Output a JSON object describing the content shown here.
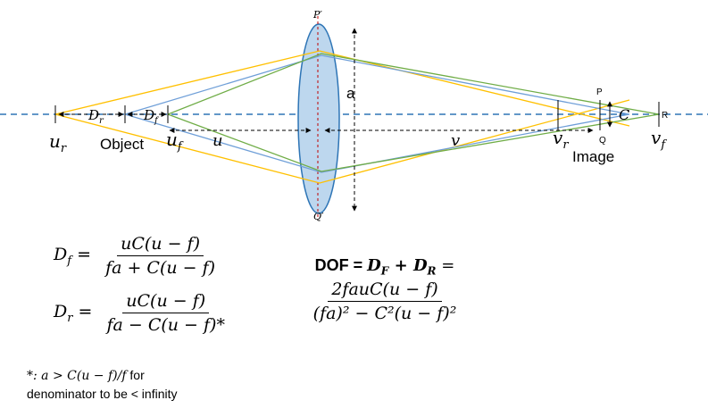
{
  "labels": {
    "p_prime": "P′",
    "q_prime": "Q′",
    "aperture": "a",
    "p": "P",
    "q": "Q",
    "r": "R",
    "c": "C",
    "u_r": "u",
    "u_r_sub": "r",
    "u_f": "u",
    "u_f_sub": "f",
    "u": "u",
    "v": "v",
    "v_r": "v",
    "v_r_sub": "r",
    "v_f": "v",
    "v_f_sub": "f",
    "d_r": "D",
    "d_r_sub": "r",
    "d_f": "D",
    "d_f_sub": "f",
    "object": "Object",
    "image": "Image"
  },
  "formulas": {
    "df_lhs": "D",
    "df_lhs_sub": "f",
    "df_num": "uC(u − f)",
    "df_den": "fa + C(u − f)",
    "dr_lhs": "D",
    "dr_lhs_sub": "r",
    "dr_num": "uC(u − f)",
    "dr_den": "fa − C(u − f)*",
    "dof_label": "DOF = ",
    "dof_df": "D",
    "dof_df_sub": "F",
    "dof_plus": " + ",
    "dof_dr": "D",
    "dof_dr_sub": "R",
    "dof_eq": " =",
    "dof_num": "2fauC(u − f)",
    "dof_den": "(fa)² − C²(u − f)²"
  },
  "note": {
    "line1_math": "*: a > C(u − f)/f",
    "line1_text": " for",
    "line2": "denominator to be < infinity"
  },
  "colors": {
    "axis": "#2e75b6",
    "lens_fill": "#bdd7ee",
    "lens_stroke": "#2e75b6",
    "ray_orange": "#ffc000",
    "ray_blue": "#6f9fd8",
    "ray_green": "#70ad47",
    "lens_axis": "#c00000"
  }
}
